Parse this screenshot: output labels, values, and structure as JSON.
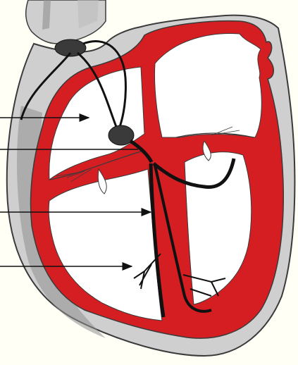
{
  "diagram": {
    "title": "",
    "colors": {
      "paper": "#fffff6",
      "outer_wall": "#cfcfcf",
      "wall_shadow": "#8f8f8f",
      "muscle": "#d41e22",
      "chamber": "#ffffff",
      "outline": "#3a3a3a",
      "conduction": "#111111",
      "pointer": "#111111"
    },
    "labels": [
      {
        "id": "label-sa-node",
        "text": ""
      },
      {
        "id": "label-av-node",
        "text": ""
      },
      {
        "id": "label-bundle-of-his",
        "text": ""
      },
      {
        "id": "label-purkinje-fibers",
        "text": ""
      }
    ],
    "structures": [
      "sinoatrial-node-icon",
      "atrioventricular-node-icon",
      "bundle-of-his-icon",
      "left-bundle-branch-icon",
      "right-bundle-branch-icon",
      "purkinje-fibers-icon"
    ]
  }
}
